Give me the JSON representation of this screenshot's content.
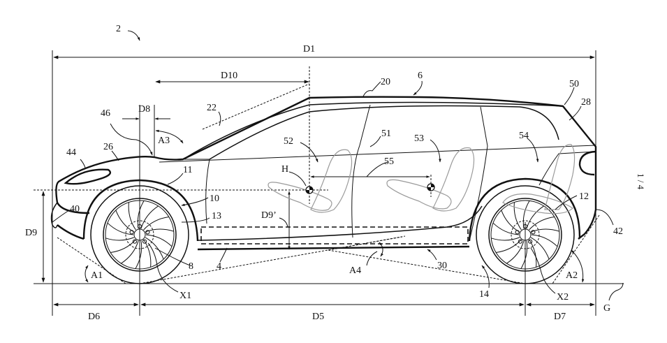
{
  "figure": {
    "title": "Vehicle side elevation patent drawing",
    "sheet_number": "1 / 4",
    "colors": {
      "line": "#111111",
      "seat_outline": "#9a9a9a",
      "background": "#ffffff"
    }
  },
  "reference_numerals": {
    "vehicle": "2",
    "floor": "4",
    "body": "6",
    "front_wheel": "8",
    "front_wheel_arch": "10",
    "front_fender_edge": "11",
    "rear_wheel_arch": "12",
    "sill": "13",
    "rear_wheel": "14",
    "roof": "20",
    "windscreen": "22",
    "bonnet": "26",
    "rear_window": "28",
    "underbody": "30",
    "front_bumper": "40",
    "rear_bumper": "42",
    "headlamp": "44",
    "windscreen_base": "46",
    "roof_rear_edge": "50",
    "beltline": "51",
    "front_seat": "52",
    "middle_seat": "53",
    "rear_seat": "54",
    "seat_spacing": "55"
  },
  "dimensions": {
    "overall_length": "D1",
    "wheelbase": "D5",
    "front_overhang": "D6",
    "rear_overhang": "D7",
    "windscreen_offset": "D8",
    "hip_height": "D9",
    "hip_to_floor": "D9’",
    "windscreen_length": "D10"
  },
  "angles": {
    "approach": "A1",
    "departure": "A2",
    "windscreen": "A3",
    "breakover": "A4"
  },
  "points": {
    "hip_point": "H",
    "front_axle": "X1",
    "rear_axle": "X2",
    "ground": "G"
  }
}
